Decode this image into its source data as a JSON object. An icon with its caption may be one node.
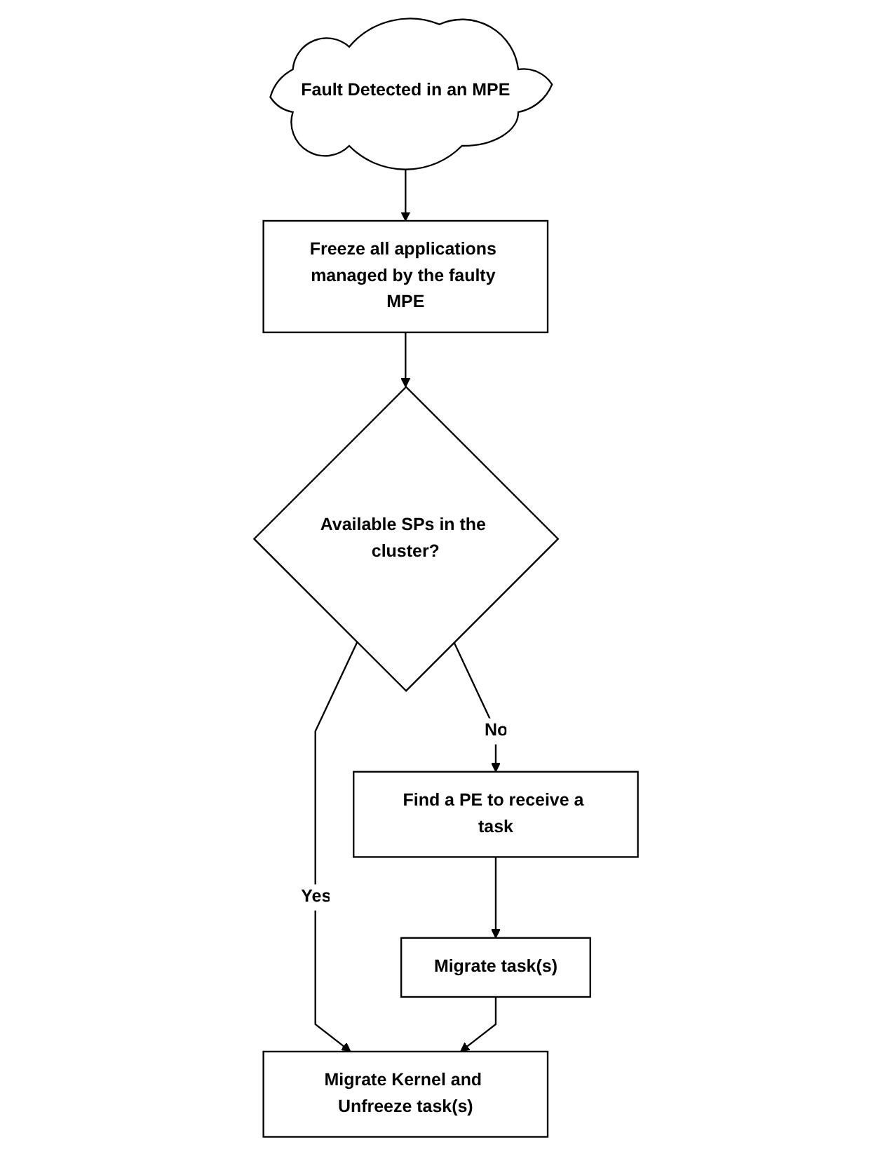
{
  "diagram": {
    "nodes": [
      {
        "text": [
          "Fault Detected in an MPE"
        ]
      },
      {
        "text": [
          "Freeze all applications managed by the faulty MPE"
        ]
      },
      {
        "text": [
          "Available SPs in the cluster?"
        ]
      },
      {
        "text": [
          "Find a PE to receive a task"
        ]
      },
      {
        "text": [
          "Migrate task(s)"
        ]
      },
      {
        "text": [
          "Migrate Kernel and Unfreeze task(s)"
        ]
      }
    ],
    "edges": [
      {
        "from": 0,
        "to": 1,
        "arrow": "to"
      },
      {
        "from": 1,
        "to": 2,
        "arrow": "to"
      },
      {
        "from": 2,
        "to": 3,
        "arrow": "to",
        "label": "No"
      },
      {
        "from": 3,
        "to": 4,
        "arrow": "to"
      },
      {
        "from": 2,
        "to": 5,
        "arrow": "to",
        "label": "Yes"
      },
      {
        "from": 4,
        "to": 5,
        "arrow": "to"
      }
    ]
  }
}
